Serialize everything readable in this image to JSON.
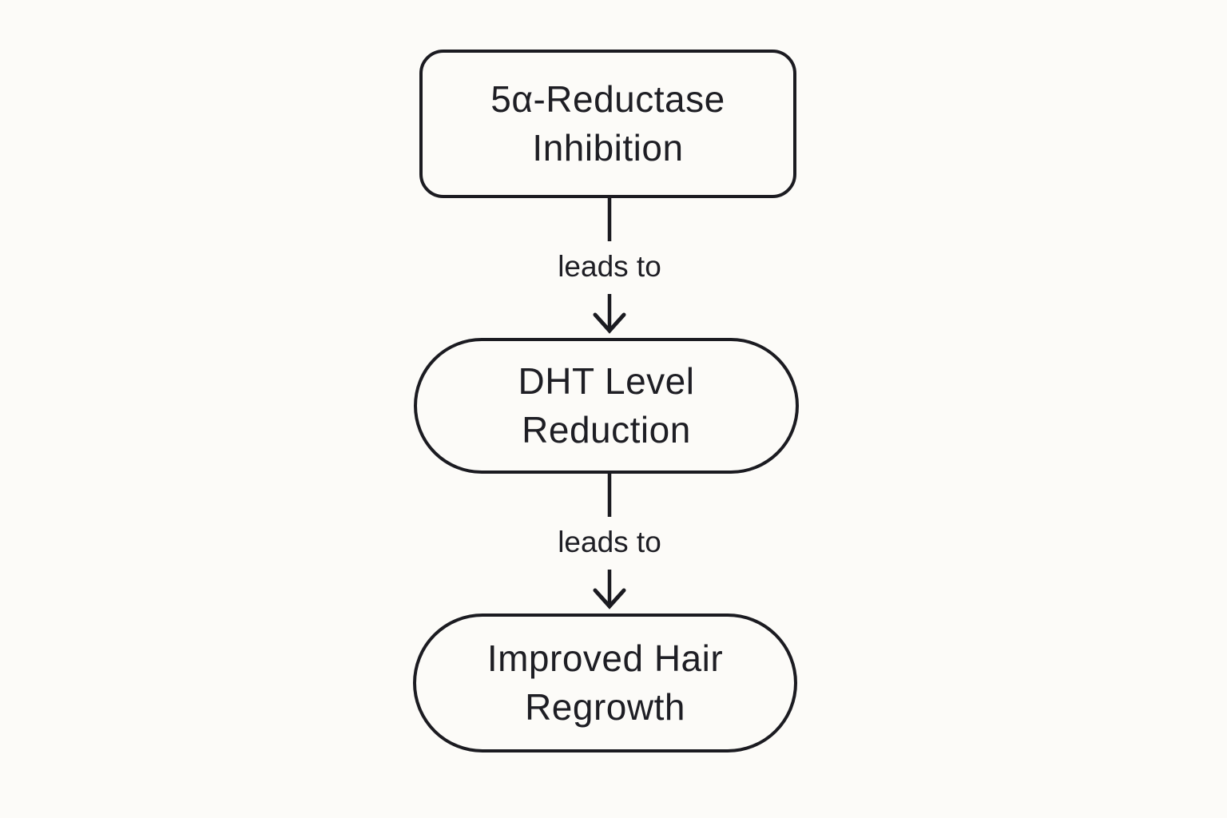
{
  "diagram": {
    "type": "flowchart",
    "direction": "top-down",
    "colors": {
      "background": "#FCFBF8",
      "stroke": "#1B1B21",
      "text": "#1E1E24"
    },
    "nodes": [
      {
        "id": "n1",
        "shape": "rounded-rectangle",
        "label": "5α-Reductase Inhibition"
      },
      {
        "id": "n2",
        "shape": "stadium",
        "label": "DHT Level Reduction"
      },
      {
        "id": "n3",
        "shape": "stadium",
        "label": "Improved Hair Regrowth"
      }
    ],
    "edges": [
      {
        "from": "n1",
        "to": "n2",
        "label": "leads to",
        "style": "arrow-down"
      },
      {
        "from": "n2",
        "to": "n3",
        "label": "leads to",
        "style": "arrow-down"
      }
    ]
  }
}
